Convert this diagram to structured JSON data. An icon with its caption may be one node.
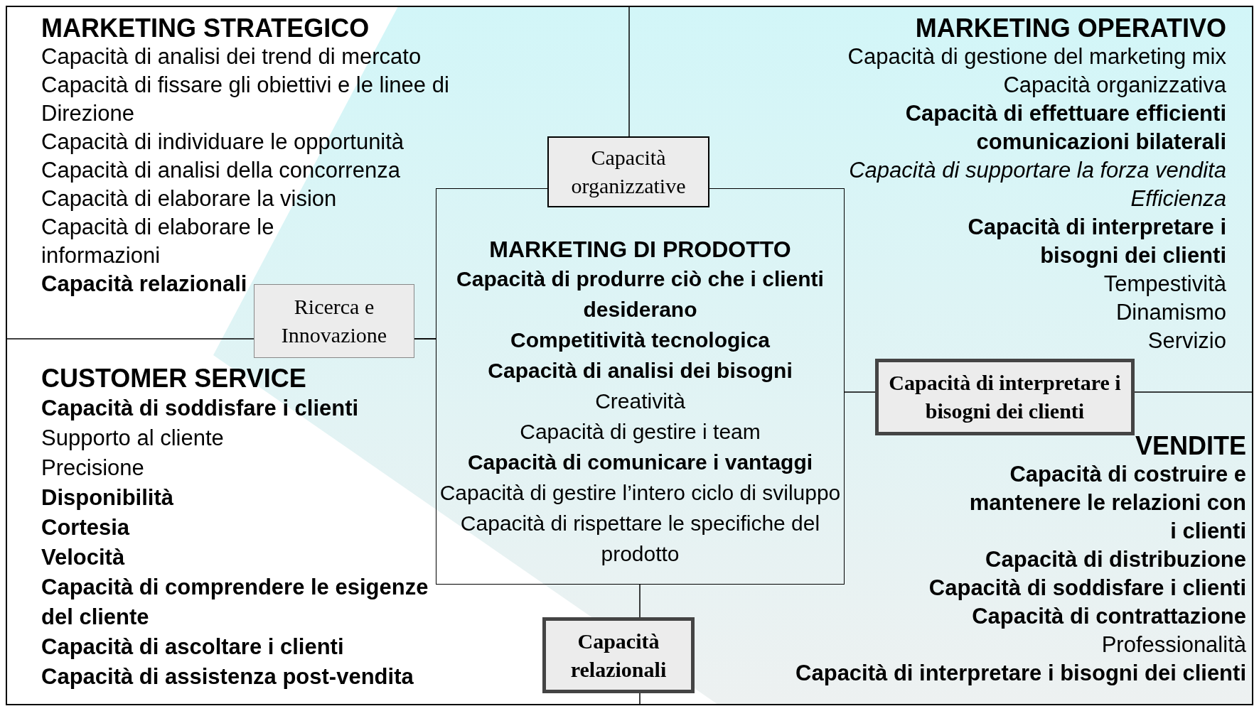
{
  "diagram": {
    "nodes": [
      {
        "text": [
          "MARKETING STRATEGICO",
          "Capacità di analisi dei trend di mercato",
          "Capacità di fissare gli obiettivi e le linee di Direzione",
          "Capacità di individuare le opportunità",
          "Capacità di analisi della concorrenza",
          "Capacità di elaborare la vision",
          "Capacità di elaborare le informazioni",
          "Capacità relazionali"
        ]
      },
      {
        "text": [
          "MARKETING OPERATIVO",
          "Capacità di gestione del marketing mix",
          "Capacità organizzativa",
          "Capacità di effettuare efficienti comunicazioni bilaterali",
          "Capacità di supportare la forza vendita",
          "Efficienza",
          "Capacità di interpretare i bisogni dei clienti",
          "Tempestività",
          "Dinamismo",
          "Servizio"
        ]
      },
      {
        "text": [
          "CUSTOMER SERVICE",
          "Capacità di soddisfare i clienti",
          "Supporto al cliente",
          "Precisione",
          "Disponibilità",
          "Cortesia",
          "Velocità",
          "Capacità di comprendere le esigenze del cliente",
          "Capacità di ascoltare i clienti",
          "Capacità di assistenza post-vendita"
        ]
      },
      {
        "text": [
          "VENDITE",
          "Capacità di costruire e mantenere le relazioni con i clienti",
          "Capacità di distribuzione",
          "Capacità di soddisfare i clienti",
          "Capacità di contrattazione",
          "Professionalità",
          "Capacità di interpretare i bisogni dei clienti"
        ]
      },
      {
        "text": [
          "MARKETING DI PRODOTTO",
          "Capacità di produrre ciò che i clienti desiderano",
          "Competitività tecnologica",
          "Capacità di analisi dei bisogni",
          "Creatività",
          "Capacità di gestire i team",
          "Capacità di comunicare i vantaggi",
          "Capacità di gestire l’intero ciclo di sviluppo",
          "Capacità di rispettare le specifiche del prodotto"
        ]
      },
      {
        "text": [
          "Capacità organizzative"
        ]
      },
      {
        "text": [
          "Ricerca e Innovazione"
        ]
      },
      {
        "text": [
          "Capacità di interpretare i bisogni dei clienti"
        ]
      },
      {
        "text": [
          "Capacità relazionali"
        ]
      }
    ]
  }
}
